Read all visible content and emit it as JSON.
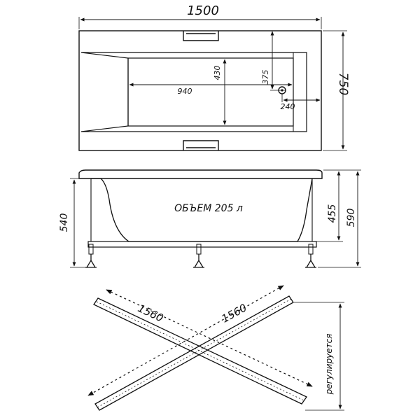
{
  "top_view": {
    "length": "1500",
    "width": "750",
    "inner_length": "940",
    "inner_width": "430",
    "drain_offset_y": "375",
    "drain_offset_x": "240"
  },
  "side_view": {
    "volume_label": "ОБЪЕМ 205 л",
    "height_total": "540",
    "depth": "455",
    "height_with_legs": "590"
  },
  "frame_view": {
    "beam_length_left": "1560",
    "beam_length_right": "1560",
    "adjustable_label": "регулируется"
  },
  "colors": {
    "line": "#111111",
    "background": "#ffffff"
  }
}
